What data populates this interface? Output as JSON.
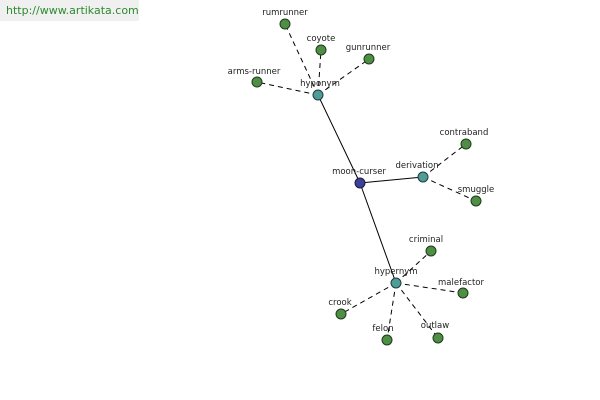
{
  "source_url": "http://www.artikata.com",
  "graph": {
    "center": "moon-curser",
    "relations": [
      "hyponym",
      "derivation",
      "hypernym"
    ],
    "leaves": {
      "hyponym": [
        "rumrunner",
        "coyote",
        "gunrunner",
        "arms-runner"
      ],
      "derivation": [
        "contraband",
        "smuggle"
      ],
      "hypernym": [
        "criminal",
        "malefactor",
        "outlaw",
        "felon",
        "crook"
      ]
    }
  }
}
